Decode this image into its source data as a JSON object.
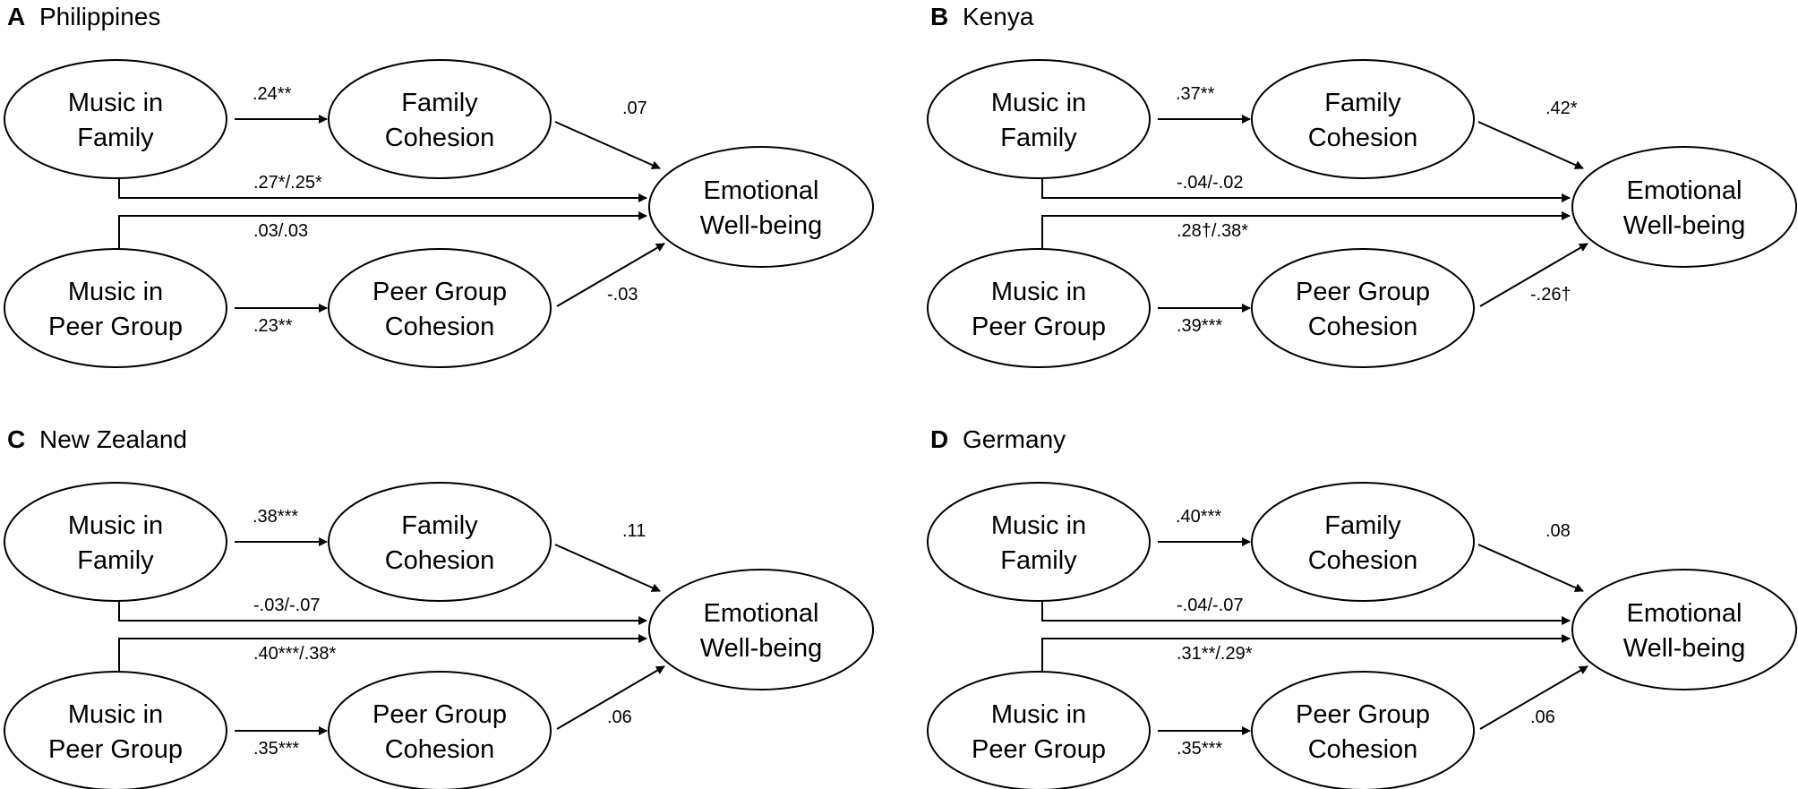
{
  "nodes": {
    "music_family": [
      "Music in",
      "Family"
    ],
    "family_cohesion": [
      "Family",
      "Cohesion"
    ],
    "music_peer": [
      "Music in",
      "Peer Group"
    ],
    "peer_cohesion": [
      "Peer Group",
      "Cohesion"
    ],
    "wellbeing": [
      "Emotional",
      "Well-being"
    ]
  },
  "panels": [
    {
      "letter": "A",
      "title": "Philippines",
      "coefficients": {
        "music_family_to_family_cohesion": ".24**",
        "family_cohesion_to_wellbeing": ".07",
        "music_family_to_wellbeing": ".27*/.25*",
        "music_peer_to_wellbeing": ".03/.03",
        "music_peer_to_peer_cohesion": ".23**",
        "peer_cohesion_to_wellbeing": "-.03"
      }
    },
    {
      "letter": "B",
      "title": "Kenya",
      "coefficients": {
        "music_family_to_family_cohesion": ".37**",
        "family_cohesion_to_wellbeing": ".42*",
        "music_family_to_wellbeing": "-.04/-.02",
        "music_peer_to_wellbeing": ".28†/.38*",
        "music_peer_to_peer_cohesion": ".39***",
        "peer_cohesion_to_wellbeing": "-.26†"
      }
    },
    {
      "letter": "C",
      "title": "New Zealand",
      "coefficients": {
        "music_family_to_family_cohesion": ".38***",
        "family_cohesion_to_wellbeing": ".11",
        "music_family_to_wellbeing": "-.03/-.07",
        "music_peer_to_wellbeing": ".40***/.38*",
        "music_peer_to_peer_cohesion": ".35***",
        "peer_cohesion_to_wellbeing": ".06"
      }
    },
    {
      "letter": "D",
      "title": "Germany",
      "coefficients": {
        "music_family_to_family_cohesion": ".40***",
        "family_cohesion_to_wellbeing": ".08",
        "music_family_to_wellbeing": "-.04/-.07",
        "music_peer_to_wellbeing": ".31**/.29*",
        "music_peer_to_peer_cohesion": ".35***",
        "peer_cohesion_to_wellbeing": ".06"
      }
    }
  ]
}
